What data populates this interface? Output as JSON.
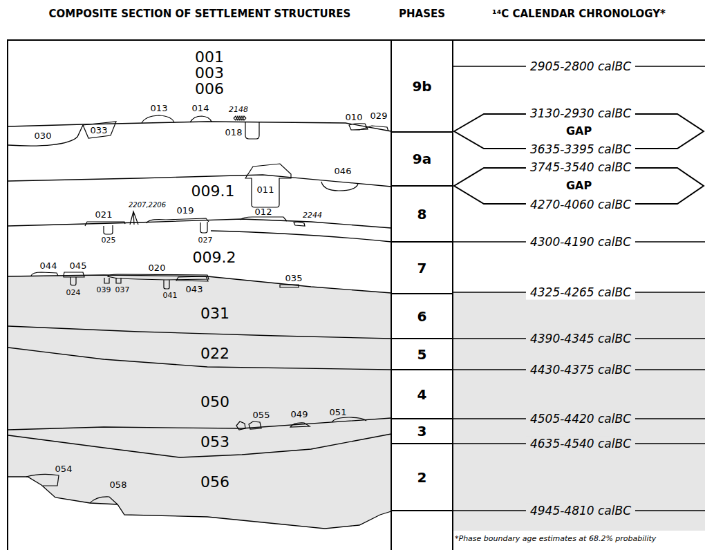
{
  "diagram": {
    "nodes": [
      {
        "text": [
          "COMPOSITE SECTION OF SETTLEMENT STRUCTURES"
        ]
      },
      {
        "text": [
          "PHASES"
        ]
      },
      {
        "text": [
          "9b"
        ],
        "in": 1
      },
      {
        "text": [
          "9a"
        ],
        "in": 1
      },
      {
        "text": [
          "8"
        ],
        "in": 1
      },
      {
        "text": [
          "7"
        ],
        "in": 1
      },
      {
        "text": [
          "6"
        ],
        "in": 1
      },
      {
        "text": [
          "5"
        ],
        "in": 1
      },
      {
        "text": [
          "4"
        ],
        "in": 1
      },
      {
        "text": [
          "3"
        ],
        "in": 1
      },
      {
        "text": [
          "2"
        ],
        "in": 1
      },
      {
        "text": [
          "¹⁴C CALENDAR CHRONOLOGY*",
          "*Phase boundary age estimates at 68.2% probability"
        ]
      },
      {
        "text": [
          "GAP"
        ],
        "in": 11
      },
      {
        "text": [
          "GAP"
        ],
        "in": 11
      }
    ],
    "labels": [
      "001",
      "003",
      "006",
      "030",
      "033",
      "013",
      "014",
      "2148",
      "018",
      "010",
      "029",
      "009.1",
      "011",
      "046",
      "021",
      "2207,2206",
      "019",
      "012",
      "2244",
      "025",
      "027",
      "009.2",
      "044",
      "045",
      "020",
      "035",
      "024",
      "039",
      "037",
      "041",
      "043",
      "031",
      "022",
      "050",
      "055",
      "049",
      "051",
      "053",
      "054",
      "058",
      "056",
      "2905-2800 calBC",
      "3130-2930 calBC",
      "3635-3395 calBC",
      "3745-3540 calBC",
      "4270-4060 calBC",
      "4300-4190 calBC",
      "4325-4265 calBC",
      "4390-4345 calBC",
      "4430-4375 calBC",
      "4505-4420 calBC",
      "4635-4540 calBC",
      "4945-4810 calBC"
    ]
  }
}
